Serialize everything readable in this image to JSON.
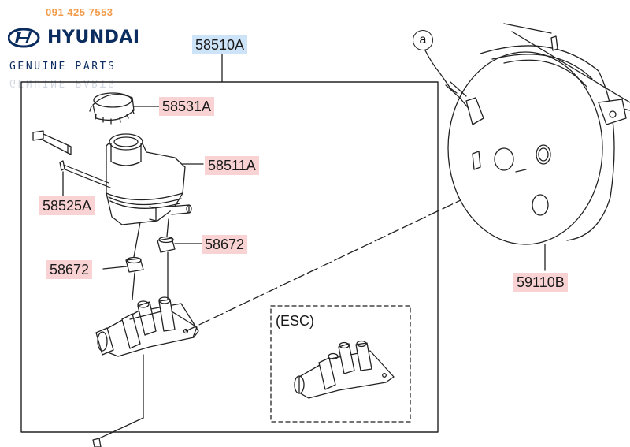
{
  "watermark": {
    "phone": "091 425 7553",
    "brand": "HYUNDAI",
    "tagline": "GENUINE PARTS"
  },
  "parts": {
    "assembly": "58510A",
    "cap": "58531A",
    "reservoir": "58511A",
    "connector": "58525A",
    "grommet_right": "58672",
    "grommet_left": "58672",
    "booster": "59110B"
  },
  "esc_label": "(ESC)",
  "callout": "a"
}
